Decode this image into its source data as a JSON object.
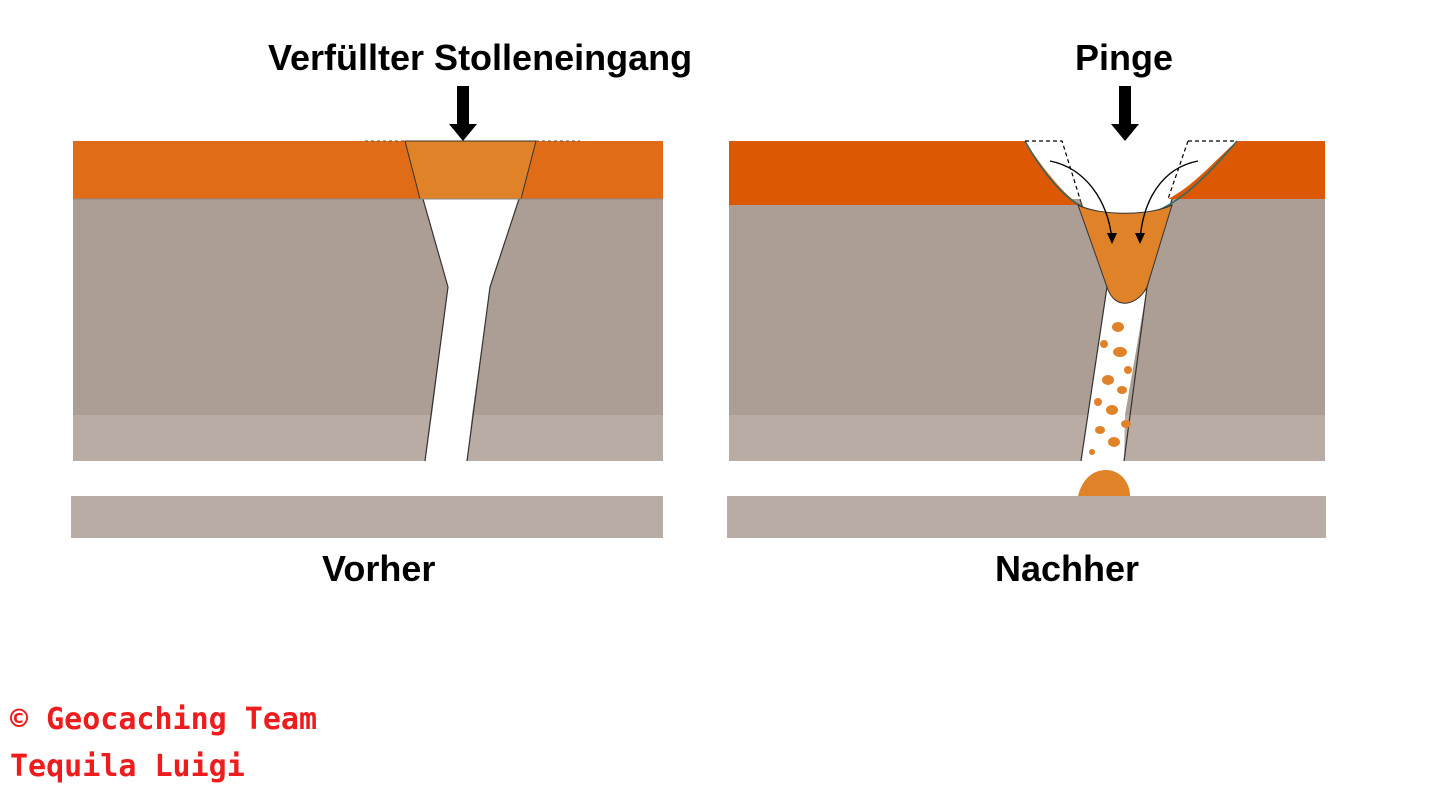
{
  "diagram": {
    "left_panel": {
      "top_label": "Verfüllter Stolleneingang",
      "bottom_label": "Vorher"
    },
    "right_panel": {
      "top_label": "Pinge",
      "bottom_label": "Nachher"
    },
    "copyright": {
      "line1": "© Geocaching Team",
      "line2": "Tequila Luigi"
    },
    "colors": {
      "topsoil_left": "#e06c18",
      "topsoil_right": "#dc5804",
      "fill_material": "#e08228",
      "rock_upper": "#ac9e94",
      "rock_lower": "#b8aca4",
      "copyright_text": "#ee1c1c"
    }
  }
}
